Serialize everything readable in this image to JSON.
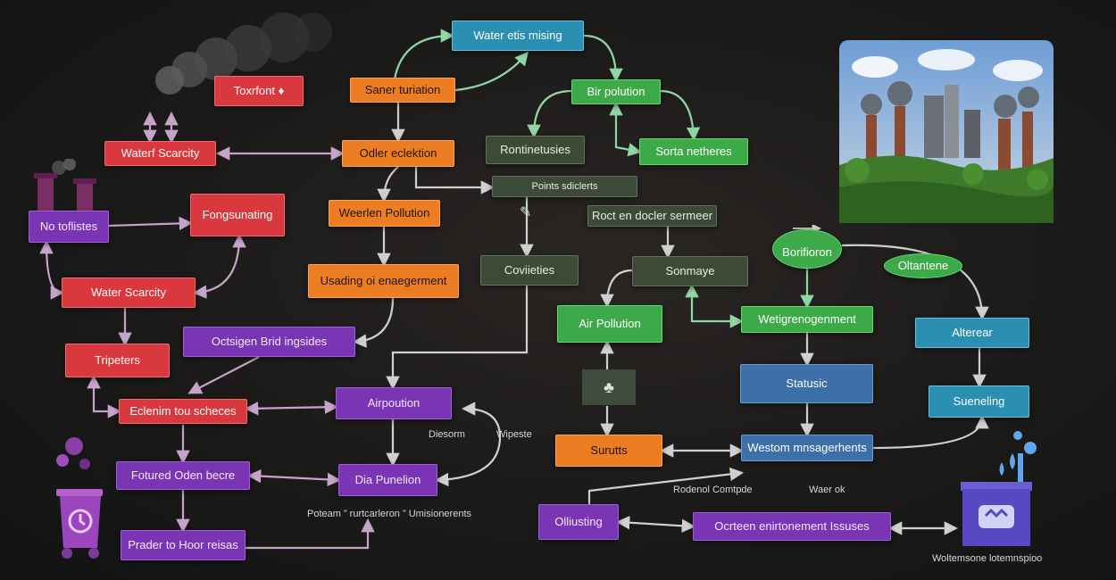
{
  "colors": {
    "red": "#d9383e",
    "orange": "#ec7d22",
    "green": "#3daa49",
    "darkgreen": "#3c4a37",
    "olive": "#8fa237",
    "purple": "#7a35b5",
    "teal": "#2a8fb0",
    "steel": "#3d6fa8",
    "connector": "#cfcfcf"
  },
  "nodes": [
    {
      "id": "n1",
      "text": "Water etis mising",
      "color": "teal"
    },
    {
      "id": "n2",
      "text": "Saner turiation",
      "color": "orange"
    },
    {
      "id": "n3",
      "text": "Bir polution",
      "color": "green"
    },
    {
      "id": "n4",
      "text": "Toxrfont ♦",
      "color": "red"
    },
    {
      "id": "n5",
      "text": "Waterf Scarcity",
      "color": "red"
    },
    {
      "id": "n6",
      "text": "Odler eclektion",
      "color": "orange"
    },
    {
      "id": "n7",
      "text": "Rontinetusies",
      "color": "darkgreen"
    },
    {
      "id": "n8",
      "text": "Sorta netheres",
      "color": "green"
    },
    {
      "id": "n9",
      "text": "Points sdiclerts",
      "color": "darkgreen"
    },
    {
      "id": "n10",
      "text": "No toflistes",
      "color": "purple"
    },
    {
      "id": "n11",
      "text": "Fongsunating",
      "color": "red"
    },
    {
      "id": "n12",
      "text": "Weerlen Pollution",
      "color": "orange"
    },
    {
      "id": "n13",
      "text": "Roct en docler sermeer",
      "color": "darkgreen"
    },
    {
      "id": "n14",
      "text": "Borifioron",
      "color": "green"
    },
    {
      "id": "n15",
      "text": "Oltantene",
      "color": "green"
    },
    {
      "id": "n16",
      "text": "Sonmaye",
      "color": "darkgreen"
    },
    {
      "id": "n17",
      "text": "Usading oi enaegerment",
      "color": "orange"
    },
    {
      "id": "n18",
      "text": "Coviieties",
      "color": "darkgreen"
    },
    {
      "id": "n19",
      "text": "Water Scarcity",
      "color": "red"
    },
    {
      "id": "n20",
      "text": "Air Pollution",
      "color": "green"
    },
    {
      "id": "n21",
      "text": "Wetigrenogenment",
      "color": "green"
    },
    {
      "id": "n22",
      "text": "Alterear",
      "color": "teal"
    },
    {
      "id": "n23",
      "text": "Octsigen Brid ingsides",
      "color": "purple"
    },
    {
      "id": "n24",
      "text": "Tripeters",
      "color": "red"
    },
    {
      "id": "n25",
      "text": "Statusic",
      "color": "steel"
    },
    {
      "id": "n26",
      "text": "Eclenim tou scheces",
      "color": "red"
    },
    {
      "id": "n27",
      "text": "Airpoution",
      "color": "purple"
    },
    {
      "id": "n28",
      "text": "Sueneling",
      "color": "teal"
    },
    {
      "id": "n29",
      "text": "Surutts",
      "color": "orange"
    },
    {
      "id": "n30",
      "text": "Westom mnsagerhents",
      "color": "steel"
    },
    {
      "id": "n31",
      "text": "Fotured Oden becre",
      "color": "purple"
    },
    {
      "id": "n32",
      "text": "Dia Punelion",
      "color": "purple"
    },
    {
      "id": "n33",
      "text": "Olliusting",
      "color": "purple"
    },
    {
      "id": "n34",
      "text": "Ocrteen enirtonement Issuses",
      "color": "purple"
    },
    {
      "id": "n35",
      "text": "Prader to Hoor reisas",
      "color": "purple"
    }
  ],
  "notes": [
    {
      "id": "t1",
      "text": "Diesorm"
    },
    {
      "id": "t2",
      "text": "Wipeste"
    },
    {
      "id": "t3",
      "text": "Poteam ” rurtcarleron ” Umisionerents"
    },
    {
      "id": "t4",
      "text": "Rodenol Comtpde"
    },
    {
      "id": "t5",
      "text": "Waer ok"
    },
    {
      "id": "t6",
      "text": "Woltemsone lotemnspioo"
    }
  ]
}
